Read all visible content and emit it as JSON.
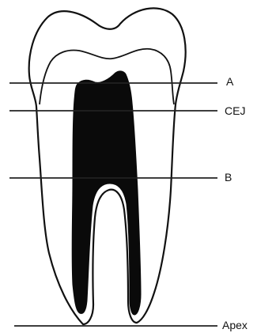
{
  "diagram": {
    "labels": {
      "a": "A",
      "cej": "CEJ",
      "b": "B",
      "apex": "Apex"
    },
    "colors": {
      "line": "#111111",
      "pulp": "#0a0a0a",
      "background": "#ffffff"
    }
  }
}
